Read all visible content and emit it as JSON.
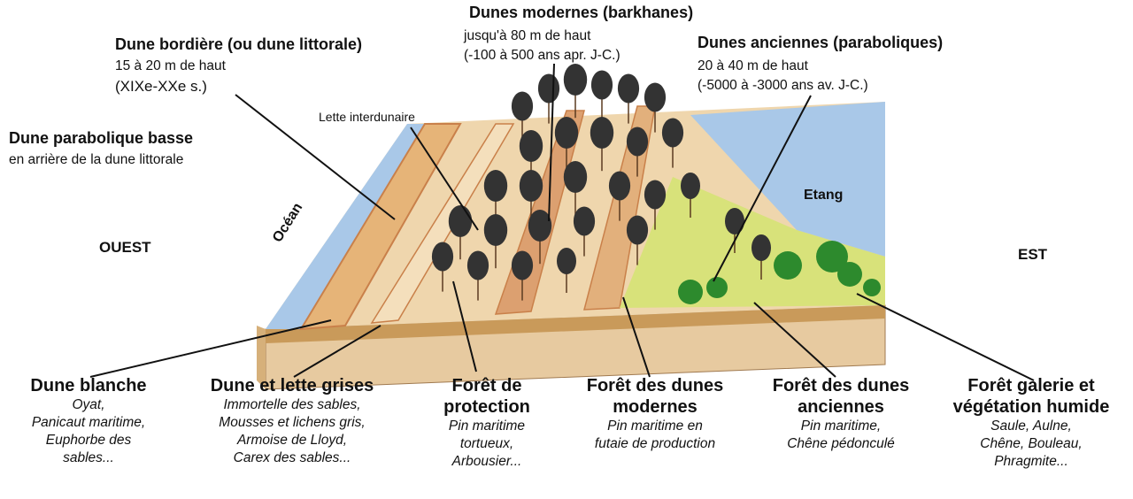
{
  "top_labels": {
    "modern": {
      "title": "Dunes modernes (barkhanes)",
      "l1": "jusqu'à 80 m de haut",
      "l2": "(-100 à 500 ans apr. J-C.)"
    },
    "border": {
      "title": "Dune bordière",
      "title2": "(ou dune littorale)",
      "l1": "15 à 20 m de haut",
      "l2": "(XIXe-XXe s.)"
    },
    "ancient": {
      "title": "Dunes anciennes",
      "title2": "(paraboliques)",
      "l1": "20 à 40 m de haut",
      "l2": "(-5000 à -3000 ans av. J-C.)"
    },
    "parabolic": {
      "title": "Dune parabolique basse",
      "l1": "en arrière de la dune littorale"
    },
    "lette": "Lette interdunaire",
    "etang": "Etang",
    "ocean": "Océan",
    "ouest": "OUEST",
    "est": "EST"
  },
  "bottom_labels": [
    {
      "t": [
        "Dune blanche"
      ],
      "d": [
        "Oyat,",
        "Panicaut maritime,",
        "Euphorbe des",
        "sables..."
      ]
    },
    {
      "t": [
        "Dune et lette grises"
      ],
      "d": [
        "Immortelle des sables,",
        "Mousses et lichens gris,",
        "Armoise de Lloyd,",
        "Carex des sables..."
      ]
    },
    {
      "t": [
        "Forêt de",
        "protection"
      ],
      "d": [
        "Pin maritime",
        "tortueux,",
        "Arbousier..."
      ]
    },
    {
      "t": [
        "Forêt des dunes",
        "modernes"
      ],
      "d": [
        "Pin maritime en",
        "futaie de production"
      ]
    },
    {
      "t": [
        "Forêt des dunes",
        "anciennes"
      ],
      "d": [
        "Pin maritime,",
        "Chêne pédonculé"
      ]
    },
    {
      "t": [
        "Forêt galerie et",
        "végétation humide"
      ],
      "d": [
        "Saule, Aulne,",
        "Chêne, Bouleau,",
        "Phragmite..."
      ]
    }
  ],
  "colors": {
    "sea": "#a9c8e8",
    "sand": "#f0cc98",
    "ridge": "#c9804a",
    "grass": "#d8e27a",
    "pine": "#333333",
    "oak": "#2d8a2d",
    "soil": "#e4c49a"
  }
}
